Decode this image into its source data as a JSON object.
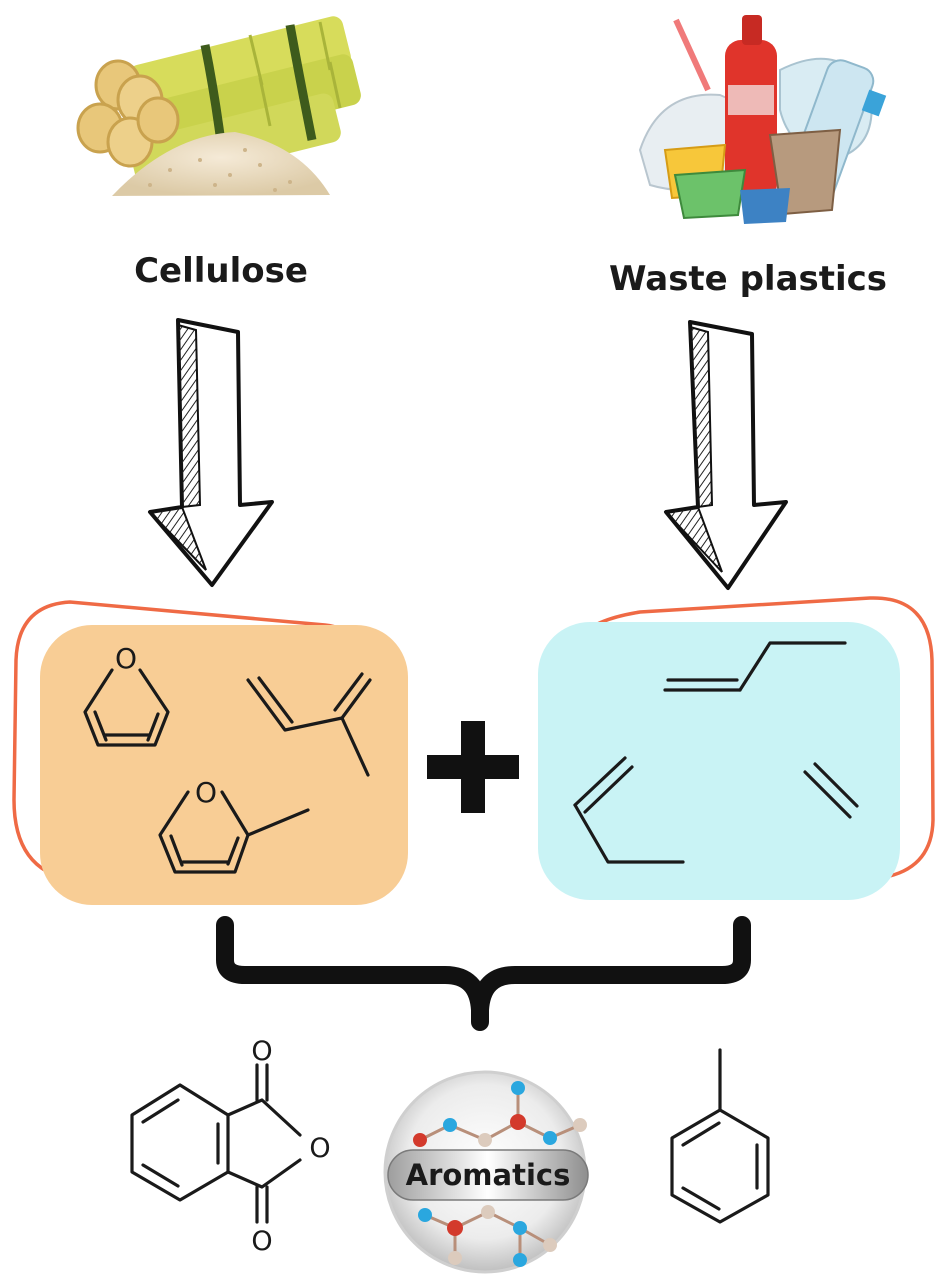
{
  "sources": {
    "left_label": "Cellulose",
    "right_label": "Waste plastics"
  },
  "operator": "+",
  "product_label": "Aromatics",
  "atoms": {
    "oxygen": "O"
  },
  "colors": {
    "left_box": "#f8cd95",
    "right_box": "#c9f3f5",
    "outline": "#ef6a45",
    "brace": "#111111",
    "bond": "#1a1a1a"
  },
  "icons": {
    "cellulose_image": "sugarcane-bundle-icon",
    "plastics_image": "waste-plastics-pile-icon"
  }
}
